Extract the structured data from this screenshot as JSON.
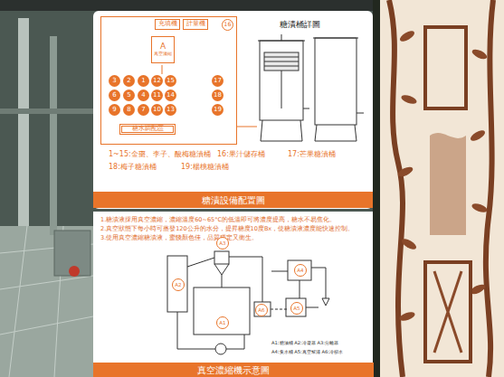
{
  "diagram": {
    "nodes": [
      {
        "text": []
      },
      {
        "text": [
          "充填機"
        ],
        "in": 0
      },
      {
        "text": [
          "計量機"
        ],
        "in": 0
      },
      {
        "text": [
          "16"
        ],
        "in": 0
      },
      {
        "text": [
          "A",
          "真空濃縮"
        ],
        "in": 0
      },
      {
        "text": [
          "3"
        ],
        "in": 0
      },
      {
        "text": [
          "2"
        ],
        "in": 0
      },
      {
        "text": [
          "1"
        ],
        "in": 0
      },
      {
        "text": [
          "12"
        ],
        "in": 0
      },
      {
        "text": [
          "15"
        ],
        "in": 0
      },
      {
        "text": [
          "6"
        ],
        "in": 0
      },
      {
        "text": [
          "5"
        ],
        "in": 0
      },
      {
        "text": [
          "4"
        ],
        "in": 0
      },
      {
        "text": [
          "11"
        ],
        "in": 0
      },
      {
        "text": [
          "14"
        ],
        "in": 0
      },
      {
        "text": [
          "9"
        ],
        "in": 0
      },
      {
        "text": [
          "8"
        ],
        "in": 0
      },
      {
        "text": [
          "7"
        ],
        "in": 0
      },
      {
        "text": [
          "10"
        ],
        "in": 0
      },
      {
        "text": [
          "13"
        ],
        "in": 0
      },
      {
        "text": [
          "17"
        ],
        "in": 0
      },
      {
        "text": [
          "18"
        ],
        "in": 0
      },
      {
        "text": [
          "19"
        ],
        "in": 0
      },
      {
        "text": [
          "糖水調配區"
        ],
        "in": 0
      },
      {
        "text": [
          "糖漬設備配置圖"
        ]
      },
      {
        "text": [
          "真空濃縮機示意圖"
        ]
      }
    ],
    "labels": [
      "糖漬桶詳圖",
      "1~15:金棗、李子、酸梅糖漬桶",
      "16:果汁儲存桶",
      "17:芒果糖漬桶",
      "18:梅子糖漬桶",
      "19:楊桃糖漬桶",
      "1.糖漬液採用真空濃縮，濃縮溫度60~65°C的低溫即可將濃度提高，糖水不易焦化。",
      "2.真空狀態下每小時可蒸發120公升的水分，提昇糖度10度Bx，使糖漬液濃度能快速控制。",
      "3.使用真空濃縮糖漬液，蜜餞顏色佳，品質穩定又衛生。",
      "A2",
      "A3",
      "A1",
      "A4",
      "A5",
      "A6",
      "A1:糖漬桶 A2:冷凝器 A3:分離器",
      "A4:集水桶 A5:真空幫浦 A6:冷卻水"
    ]
  }
}
